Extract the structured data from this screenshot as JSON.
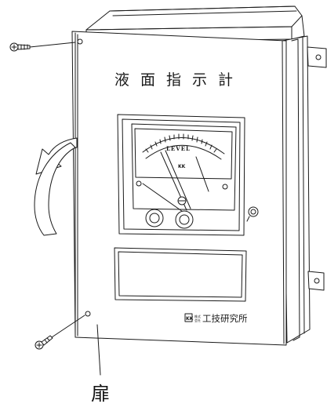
{
  "figure": {
    "panel_title": "液面指示計",
    "meter_scale_label": "LEVEL",
    "meter_logo": "KK",
    "maker_logo": "KK",
    "maker_small_top": "株式",
    "maker_small_bottom": "会社",
    "maker_name": "工技研究所",
    "door_label": "扉",
    "colors": {
      "line": "#1a1a1a",
      "background": "#ffffff"
    }
  }
}
